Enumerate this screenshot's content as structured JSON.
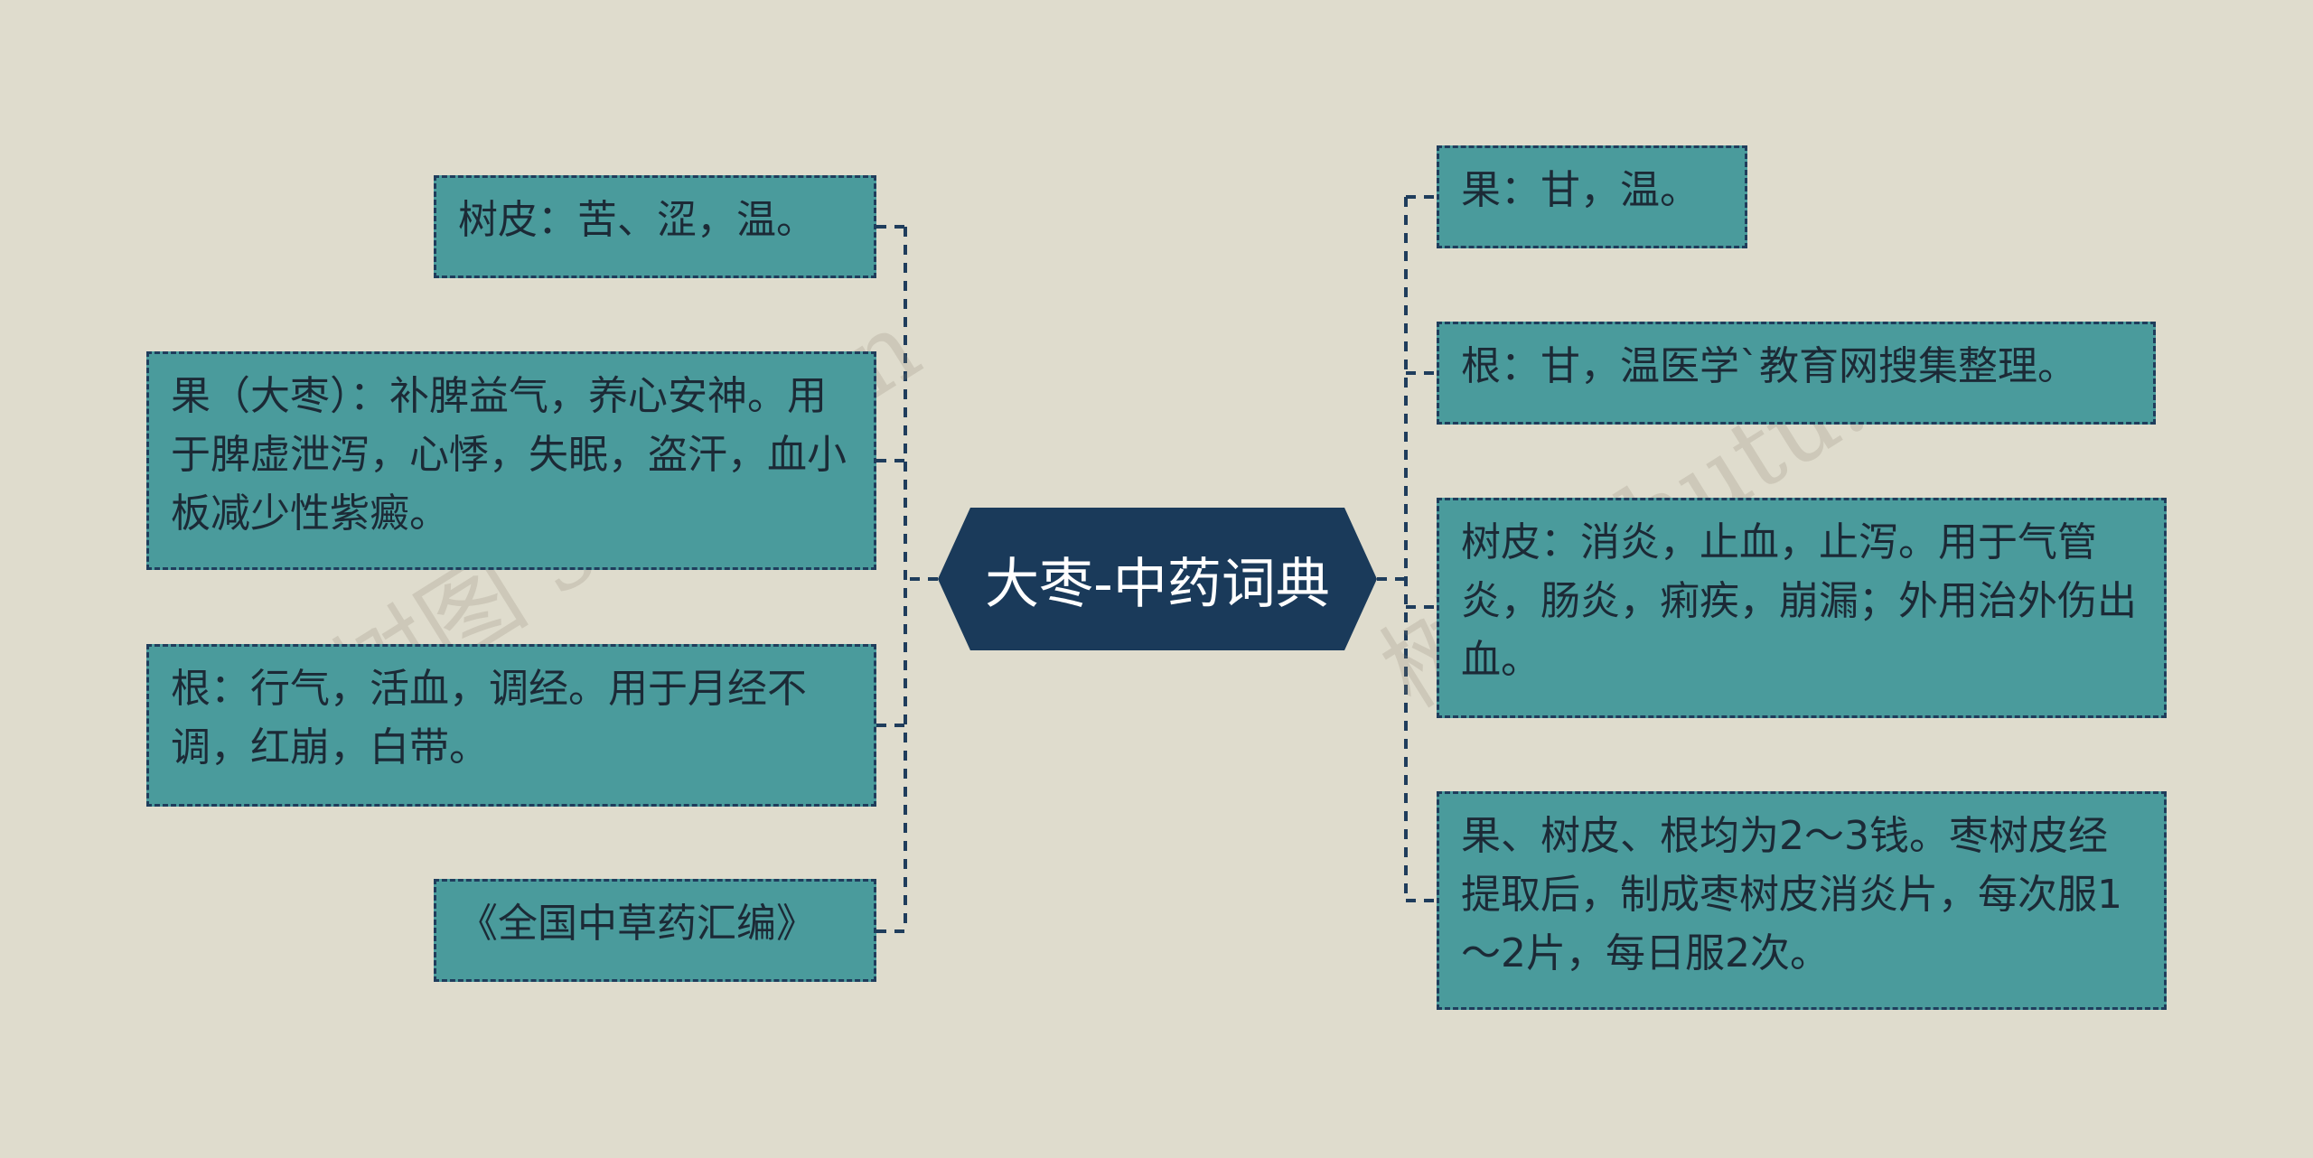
{
  "root": {
    "label": "大枣-中药词典"
  },
  "left_nodes": [
    {
      "text": "树皮：苦、涩，温。"
    },
    {
      "text": "果（大枣）：补脾益气，养心安神。用于脾虚泄泻，心悸，失眠，盗汗，血小板减少性紫癜。"
    },
    {
      "text": "根：行气，活血，调经。用于月经不调，红崩，白带。"
    },
    {
      "text": "《全国中草药汇编》"
    }
  ],
  "right_nodes": [
    {
      "text": "果：甘，温。"
    },
    {
      "text": "根：甘，温医学`教育网搜集整理。"
    },
    {
      "text": "树皮：消炎，止血，止泻。用于气管炎，肠炎，痢疾，崩漏；外用治外伤出血。"
    },
    {
      "text": "果、树皮、根均为2～3钱。枣树皮经提取后，制成枣树皮消炎片，每次服1～2片，每日服2次。"
    }
  ],
  "watermarks": [
    "树图 shutu.cn",
    "树图 shutu.cn"
  ],
  "colors": {
    "background": "#dfdccd",
    "node_fill": "#4a9b9c",
    "node_border": "#1f3d5c",
    "root_fill": "#1a3a5a",
    "root_text": "#ffffff"
  }
}
